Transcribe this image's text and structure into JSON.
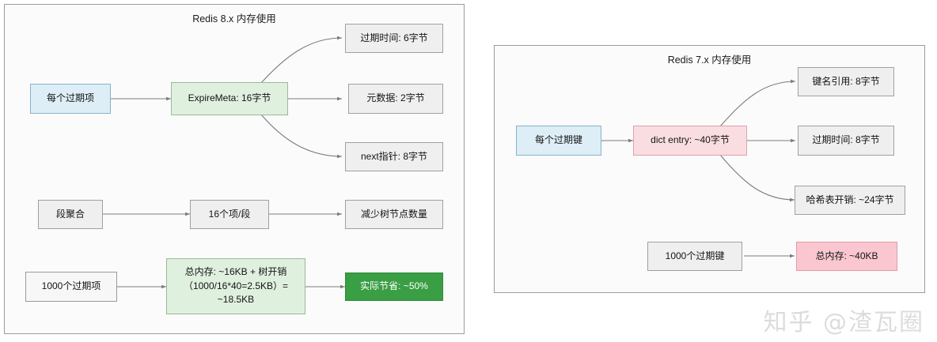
{
  "watermark": "知乎 @渣瓦圈",
  "panels": [
    {
      "id": "redis8",
      "title": "Redis 8.x 内存使用",
      "nodes": {
        "source": {
          "label": "每个过期项",
          "style": "blue"
        },
        "meta": {
          "label": "ExpireMeta: 16字节",
          "style": "green"
        },
        "field1": {
          "label": "过期时间: 6字节",
          "style": "plain"
        },
        "field2": {
          "label": "元数据: 2字节",
          "style": "plain"
        },
        "field3": {
          "label": "next指针: 8字节",
          "style": "plain"
        },
        "seg_source": {
          "label": "段聚合",
          "style": "plain"
        },
        "seg_mid": {
          "label": "16个项/段",
          "style": "plain"
        },
        "seg_result": {
          "label": "减少树节点数量",
          "style": "plain"
        },
        "calc_source": {
          "label": "1000个过期项",
          "style": "white"
        },
        "calc_body": {
          "label": "总内存: ~16KB + 树开销\n（1000/16*40=2.5KB）=\n~18.5KB",
          "style": "green"
        },
        "calc_result": {
          "label": "实际节省: ~50%",
          "style": "greendark"
        }
      }
    },
    {
      "id": "redis7",
      "title": "Redis 7.x 内存使用",
      "nodes": {
        "source": {
          "label": "每个过期键",
          "style": "blue"
        },
        "entry": {
          "label": "dict entry: ~40字节",
          "style": "pink"
        },
        "field1": {
          "label": "键名引用: 8字节",
          "style": "plain"
        },
        "field2": {
          "label": "过期时间: 8字节",
          "style": "plain"
        },
        "field3": {
          "label": "哈希表开销: ~24字节",
          "style": "plain"
        },
        "calc_source": {
          "label": "1000个过期键",
          "style": "plain"
        },
        "calc_result": {
          "label": "总内存: ~40KB",
          "style": "pinkstrong"
        }
      }
    }
  ],
  "colors": {
    "panel_border": "#9c9c9c",
    "panel_bg": "#fbfbfb",
    "edge": "#7b7b7b",
    "blue_fill": "#ddeef7",
    "green_fill": "#e0f0df",
    "green_strong_fill": "#3a9e44",
    "pink_fill": "#fadde1",
    "pink_strong_fill": "#fac7d0",
    "gray_fill": "#ececec"
  }
}
